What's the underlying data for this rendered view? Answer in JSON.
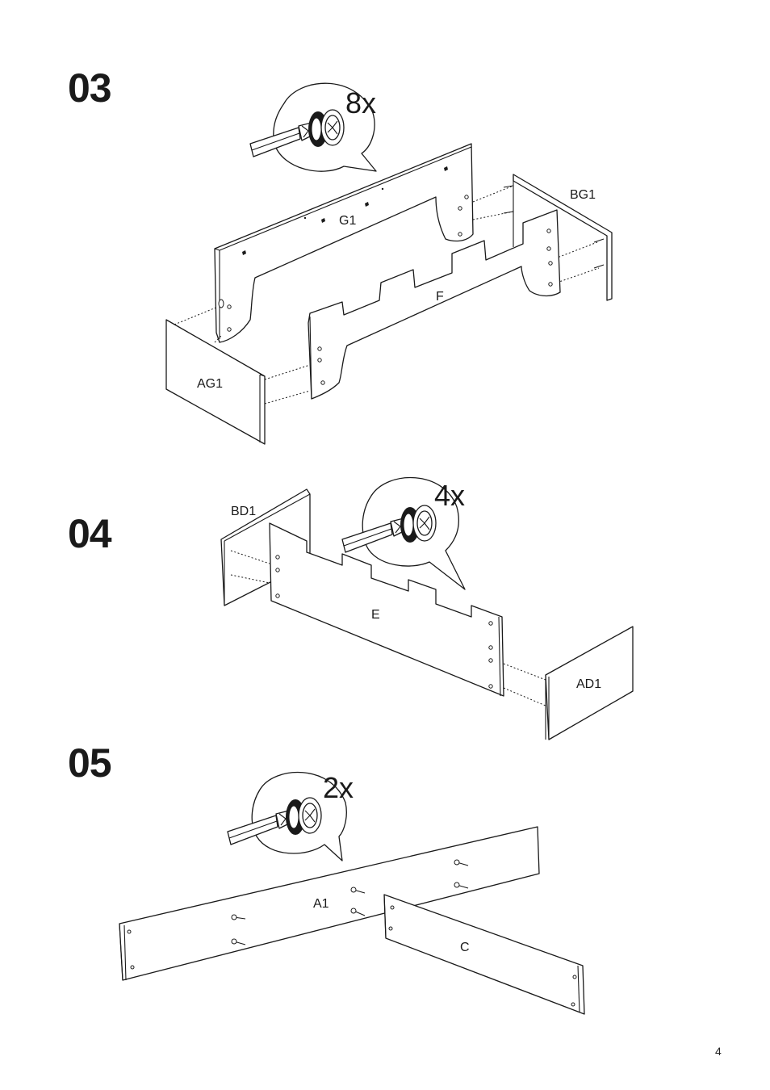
{
  "page_number": "4",
  "steps": [
    {
      "number": "03",
      "quantity": "8x",
      "parts": {
        "a": "G1",
        "b": "BG1",
        "c": "F",
        "d": "AG1"
      },
      "icons": {
        "callout": "screwdriver-cam-lock-icon"
      }
    },
    {
      "number": "04",
      "quantity": "4x",
      "parts": {
        "a": "BD1",
        "b": "E",
        "c": "AD1"
      },
      "icons": {
        "callout": "screwdriver-cam-lock-icon"
      }
    },
    {
      "number": "05",
      "quantity": "2x",
      "parts": {
        "a": "A1",
        "b": "C"
      },
      "icons": {
        "callout": "screwdriver-cam-lock-icon"
      }
    }
  ],
  "colors": {
    "ink": "#1a1a1a",
    "paper": "#ffffff"
  }
}
